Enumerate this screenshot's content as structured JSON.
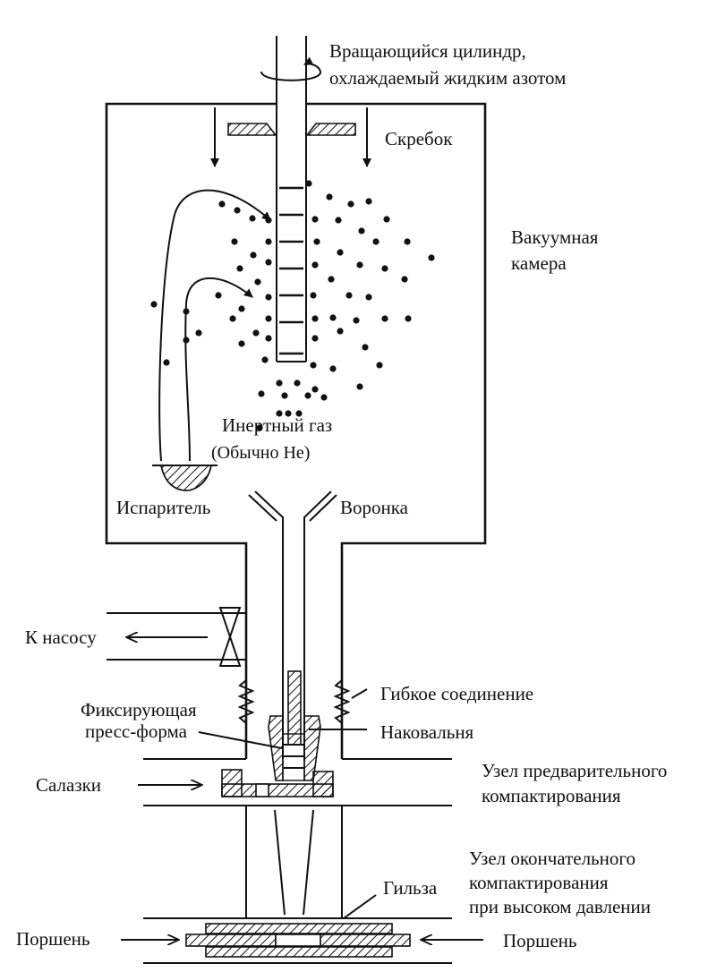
{
  "labels": {
    "cylinder_line1": "Вращающийся цилиндр,",
    "cylinder_line2": "охлаждаемый жидким азотом",
    "scraper": "Скребок",
    "chamber_line1": "Вакуумная",
    "chamber_line2": "камера",
    "gas_line1": "Инертный газ",
    "gas_line2": "(Обычно He)",
    "evaporator": "Испаритель",
    "funnel": "Воронка",
    "to_pump": "К насосу",
    "flex_joint": "Гибкое соединение",
    "die_line1": "Фиксирующая",
    "die_line2": "пресс-форма",
    "anvil": "Наковальня",
    "slide": "Салазки",
    "precompact_line1": "Узел предварительного",
    "precompact_line2": "компактирования",
    "final_line1": "Узел окончательного",
    "final_line2": "компактирования",
    "final_line3": "при высоком давлении",
    "sleeve": "Гильза",
    "piston_left": "Поршень",
    "piston_right": "Поршень"
  },
  "colors": {
    "ink": "#111111",
    "background": "#ffffff"
  }
}
